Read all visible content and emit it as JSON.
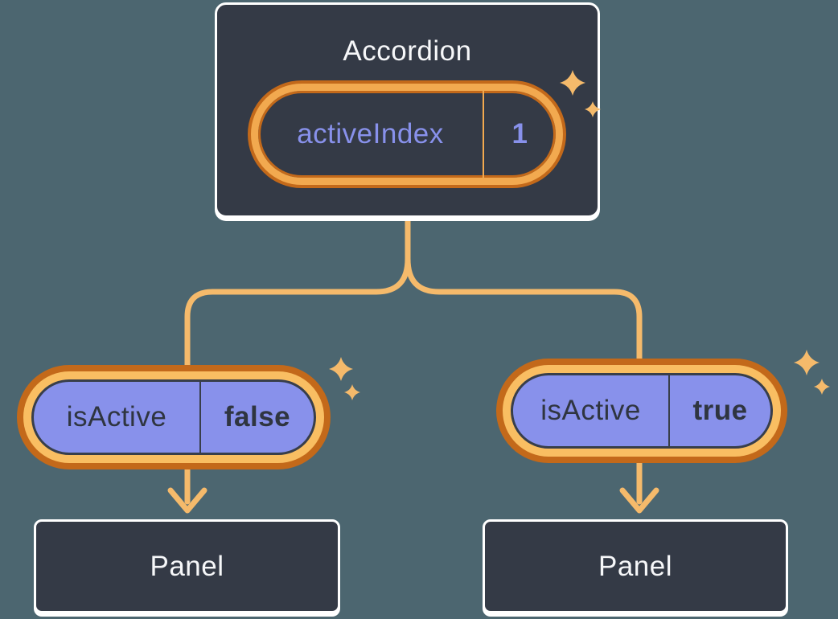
{
  "diagram": {
    "background": "#4C6670",
    "colors": {
      "background": "#4C6670",
      "box_fill": "#343A46",
      "box_border": "#FFFFFF",
      "title_text": "#F6F7F9",
      "purple": "#8891EB",
      "prop_text": "#2F3540",
      "prop_outline": "#383E4A",
      "orange_dark": "#C3691A",
      "orange_light": "#F9BE62",
      "orange_mid": "#F2A94F",
      "line_orange": "#F5BA6B"
    },
    "accordion": {
      "title": "Accordion",
      "state_name": "activeIndex",
      "state_value": "1"
    },
    "left_prop": {
      "name": "isActive",
      "value": "false"
    },
    "right_prop": {
      "name": "isActive",
      "value": "true"
    },
    "left_panel": {
      "label": "Panel"
    },
    "right_panel": {
      "label": "Panel"
    },
    "icons": {
      "sparkle": "four-point-star"
    }
  }
}
